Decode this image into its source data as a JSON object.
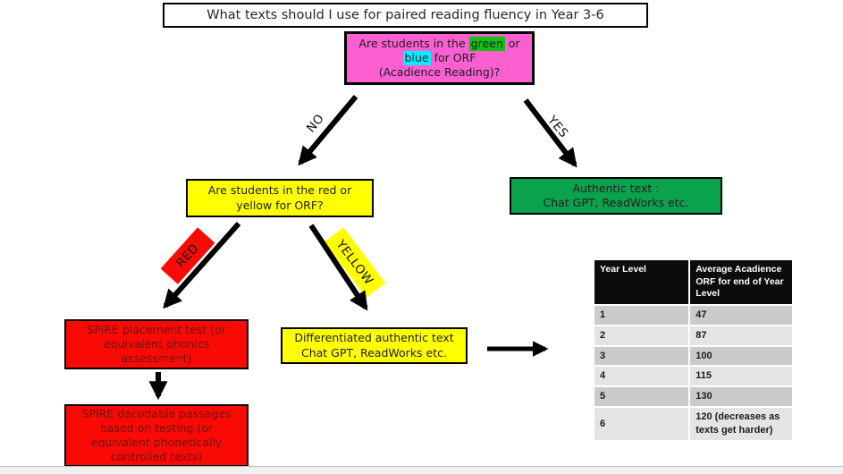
{
  "colors": {
    "pink": "#fb5fd0",
    "green_box": "#0ba24d",
    "green_hl": "#0fc20f",
    "cyan_hl": "#00eeff",
    "yellow": "#ffff00",
    "red": "#fa0a05",
    "red_text": "#701008",
    "header_bg": "#0c0c0c",
    "row_dark": "#cbcbcb",
    "row_light": "#e4e4e4"
  },
  "title": "What texts should I use for paired reading fluency in Year 3-6",
  "root_question": {
    "line1_a": "Are students in the",
    "green_word": "green",
    "line1_b": "or",
    "blue_word": "blue",
    "line2_b": "for ORF",
    "line3": "(Acadience Reading)?"
  },
  "branch_labels": {
    "no": "NO",
    "yes": "YES",
    "red": "RED",
    "yellow": "YELLOW"
  },
  "question2": "Are students in the red or yellow for ORF?",
  "authentic_box": {
    "line1": "Authentic text :",
    "line2": "Chat GPT, ReadWorks etc."
  },
  "differentiated_box": {
    "line1": "Differentiated authentic text",
    "line2": "Chat GPT, ReadWorks etc."
  },
  "spire_placement_box": "SPIRE placement test (or equivalent phonics assessment)",
  "spire_decodable_box": "SPIRE decodable passages based on testing (or equivalent phonetically controlled texts)",
  "table": {
    "headers": [
      "Year Level",
      "Average Acadience ORF for end of Year Level"
    ],
    "rows": [
      [
        "1",
        "47"
      ],
      [
        "2",
        "87"
      ],
      [
        "3",
        "100"
      ],
      [
        "4",
        "115"
      ],
      [
        "5",
        "130"
      ],
      [
        "6",
        "120 (decreases as texts get harder)"
      ]
    ]
  }
}
